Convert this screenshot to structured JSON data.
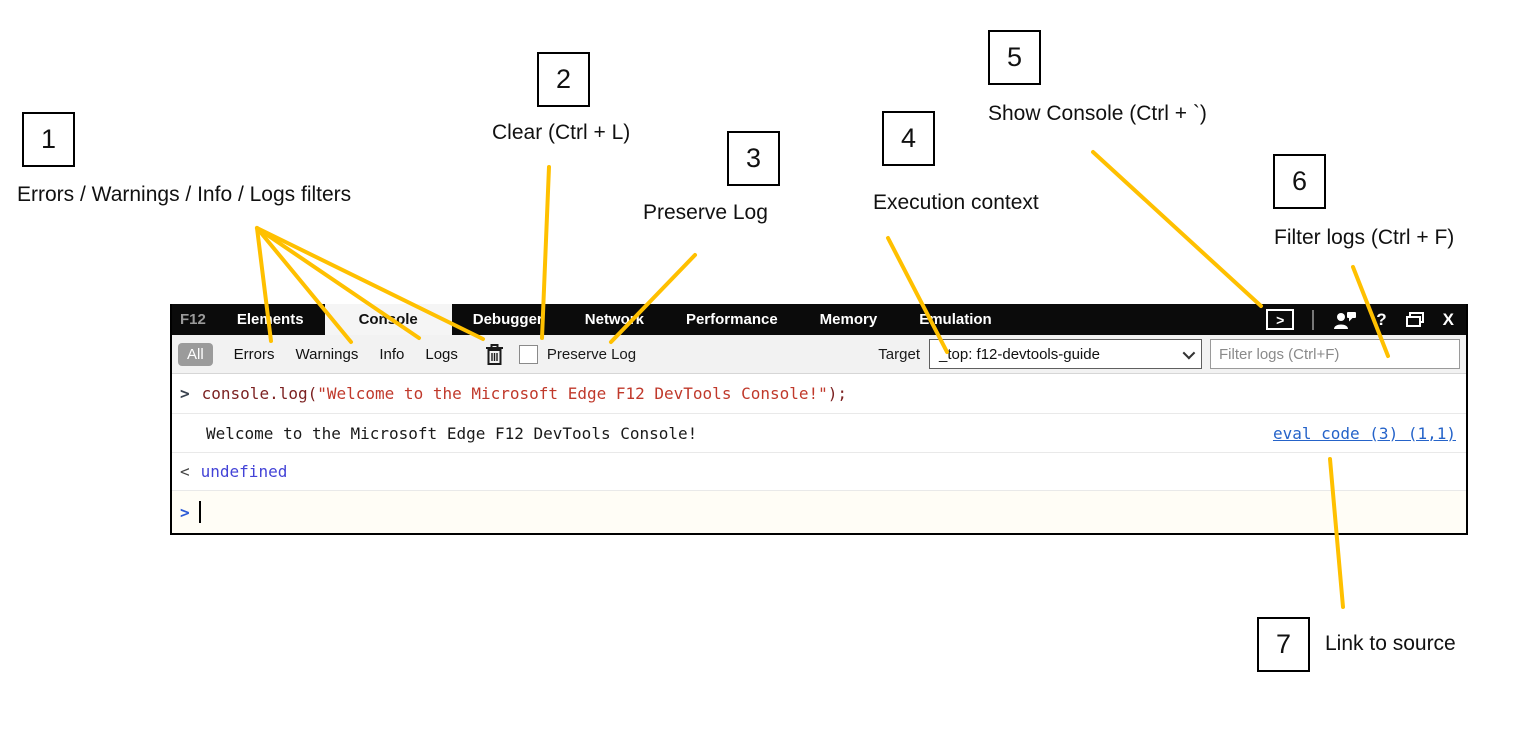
{
  "annotations": {
    "connector_color": "#FFC000",
    "callouts": [
      {
        "number": "1",
        "label": "Errors / Warnings / Info / Logs filters"
      },
      {
        "number": "2",
        "label": "Clear (Ctrl + L)"
      },
      {
        "number": "3",
        "label": "Preserve Log"
      },
      {
        "number": "4",
        "label": "Execution context"
      },
      {
        "number": "5",
        "label": "Show Console (Ctrl + `)"
      },
      {
        "number": "6",
        "label": "Filter logs (Ctrl + F)"
      },
      {
        "number": "7",
        "label": "Link to source"
      }
    ]
  },
  "devtools": {
    "tabs": [
      "F12",
      "Elements",
      "Console",
      "Debugger",
      "Network",
      "Performance",
      "Memory",
      "Emulation"
    ],
    "active_tab": "Console",
    "titlebar": {
      "show_console_glyph": ">",
      "help_glyph": "?",
      "close_glyph": "X"
    },
    "toolbar": {
      "filters": [
        "All",
        "Errors",
        "Warnings",
        "Info",
        "Logs"
      ],
      "preserve_log_label": "Preserve Log",
      "preserve_log_checked": false,
      "target_label": "Target",
      "target_value": "_top: f12-devtools-guide",
      "filter_placeholder": "Filter logs (Ctrl+F)"
    },
    "console": {
      "input_marker": ">",
      "echo_prefix": "console.log(",
      "echo_string": "\"Welcome to the Microsoft Edge F12 DevTools Console!\"",
      "echo_suffix": ");",
      "result_message": "Welcome to the Microsoft Edge F12 DevTools Console!",
      "source_link": "eval code (3) (1,1)",
      "return_marker": "<",
      "return_value": "undefined",
      "prompt_marker": ">"
    },
    "colors": {
      "accent_gold": "#FFC000",
      "link_blue": "#2563c9",
      "value_blue": "#4343d7",
      "code_maroon": "#7c2222",
      "string_red": "#c0392b"
    }
  }
}
